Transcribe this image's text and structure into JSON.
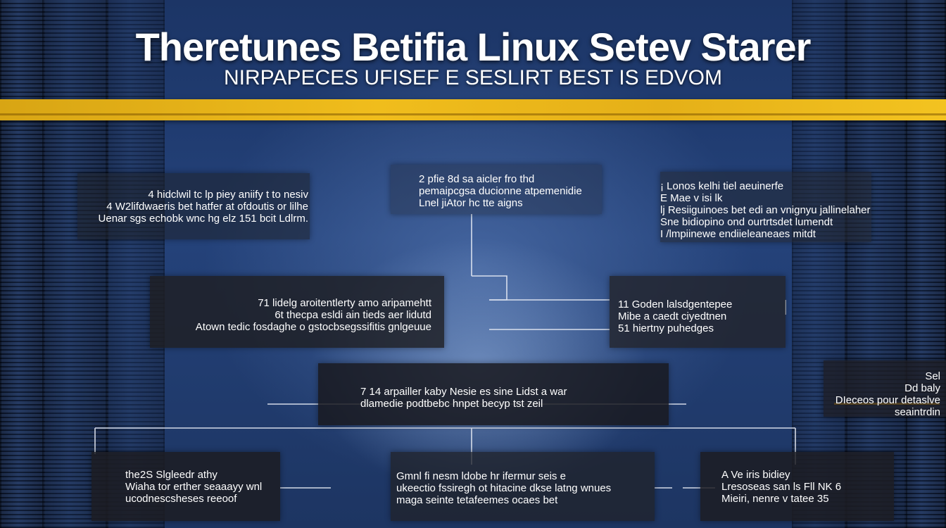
{
  "header": {
    "title": "Theretunes Betifia Linux Setev Starer",
    "subtitle": "NIRPAPECES UFISEF E SESLIRT BEST IS EDVOM"
  },
  "colors": {
    "band": "#f0bd1c",
    "accent": "#e8a41a",
    "background": "#24427a"
  },
  "nodes": [
    {
      "id": "top-left",
      "lines": [
        "4 hidclwil tc lp piey aniify t to nesiv",
        "4 W2lifdwaeris bet hatfer at ofdoutis or lilhe",
        "Uenar sgs echobk wnc hg elz 151 bcit Ldlrm."
      ]
    },
    {
      "id": "top-center",
      "lines": [
        "2 pfie 8d sa aicler fro thd",
        "pemaipcgsa ducionne atpemenidie",
        "Lnel jiAtor hc tte aigns"
      ]
    },
    {
      "id": "top-right",
      "lines": [
        "¡ Lonos kelhi tiel aeuinerfe",
        "E Mae v isi lk",
        "lj Resiiguinoes bet edi an vnignyu jallinelaher",
        "Sne bidiopino ond ourtrtsdet lumendt",
        "I /lmpiinewe endiieleaneaes mitdt"
      ]
    },
    {
      "id": "mid-left",
      "lines": [
        "71 lidelg aroitentlerty amo aripamehtt",
        "6t thecpa esldi ain tieds aer lidutd",
        "Atown tedic fosdaghe o gstocbsegssifitis gnlgeuue"
      ]
    },
    {
      "id": "mid-right",
      "lines": [
        "11 Goden lalsdgentepee",
        "Mibe a caedt ciyedtnen",
        "51 hiertny puhedges"
      ]
    },
    {
      "id": "center",
      "lines": [
        "7 14 arpailler kaby Nesie es sine Lidst a war",
        "dlamedie podtbebc hnpet becyp tst zeil"
      ]
    },
    {
      "id": "far-right",
      "lines": [
        "Sel",
        "Dd baly",
        "DIeceos pour detaslve",
        "seaintrdin"
      ]
    },
    {
      "id": "bottom-left",
      "lines": [
        "the2S Slgleedr athy",
        "Wiaha tor erther seaaayy wnl",
        "ucodnescsheses reeoof"
      ]
    },
    {
      "id": "bottom-center",
      "lines": [
        "Gmnl fi nesm ldobe hr ifermur seis e",
        "ukeectio fssiregh ot hitacine dkse latng wnues",
        "maga seinte tetafeemes ocaes bet"
      ]
    },
    {
      "id": "bottom-right",
      "lines": [
        "A Ve iris bidiey",
        "Lresoseas san ls Fll NK 6",
        "Mieiri, nenre v tatee 35"
      ]
    }
  ]
}
